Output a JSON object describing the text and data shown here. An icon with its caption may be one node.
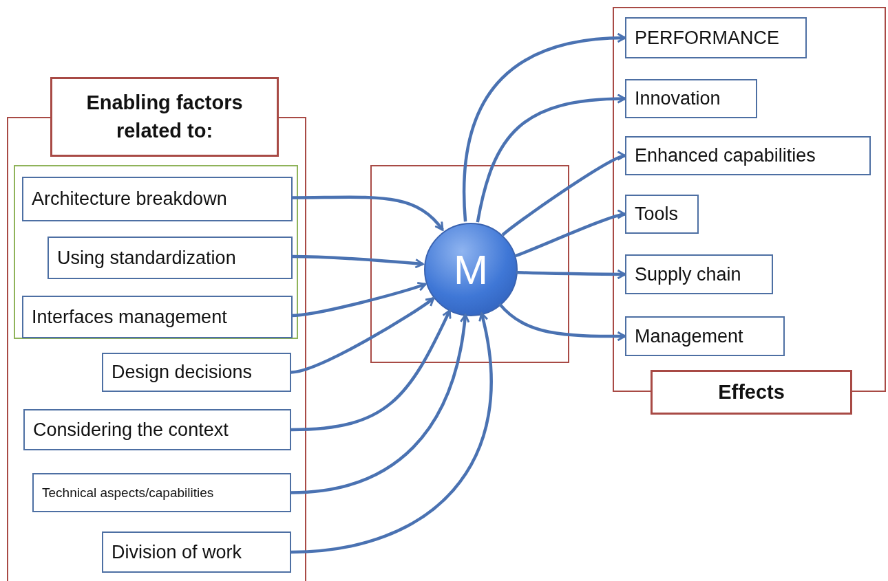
{
  "diagram": {
    "nodes": [
      {
        "text": [
          "Enabling factors related to:"
        ]
      },
      {
        "text": [],
        "shape": "box",
        "in": 0
      },
      {
        "text": [
          "Architecture breakdown"
        ],
        "in": 1
      },
      {
        "text": [
          "Using standardization"
        ],
        "in": 1
      },
      {
        "text": [
          "Interfaces management"
        ],
        "in": 1
      },
      {
        "text": [
          "Design decisions"
        ],
        "in": 0
      },
      {
        "text": [
          "Considering the context"
        ],
        "in": 0
      },
      {
        "text": [
          "Technical aspects/capabilities"
        ],
        "in": 0
      },
      {
        "text": [
          "Division of work"
        ],
        "in": 0
      },
      {
        "text": [],
        "shape": "box"
      },
      {
        "text": [
          "M"
        ],
        "in": 9
      },
      {
        "text": [
          "Effects"
        ]
      },
      {
        "text": [
          "PERFORMANCE"
        ],
        "in": 11
      },
      {
        "text": [
          "Innovation"
        ],
        "in": 11
      },
      {
        "text": [
          "Enhanced capabilities"
        ],
        "in": 11
      },
      {
        "text": [
          "Tools"
        ],
        "in": 11
      },
      {
        "text": [
          "Supply chain"
        ],
        "in": 11
      },
      {
        "text": [
          "Management"
        ],
        "in": 11
      }
    ],
    "edges": [
      {
        "from": 2,
        "to": 10,
        "arrow": "to"
      },
      {
        "from": 3,
        "to": 10,
        "arrow": "to"
      },
      {
        "from": 4,
        "to": 10,
        "arrow": "to"
      },
      {
        "from": 5,
        "to": 10,
        "arrow": "to"
      },
      {
        "from": 6,
        "to": 10,
        "arrow": "to"
      },
      {
        "from": 7,
        "to": 10,
        "arrow": "to"
      },
      {
        "from": 8,
        "to": 10,
        "arrow": "to"
      },
      {
        "from": 10,
        "to": 12,
        "arrow": "to"
      },
      {
        "from": 10,
        "to": 13,
        "arrow": "to"
      },
      {
        "from": 10,
        "to": 14,
        "arrow": "to"
      },
      {
        "from": 10,
        "to": 15,
        "arrow": "to"
      },
      {
        "from": 10,
        "to": 16,
        "arrow": "to"
      },
      {
        "from": 10,
        "to": 17,
        "arrow": "to"
      }
    ]
  }
}
